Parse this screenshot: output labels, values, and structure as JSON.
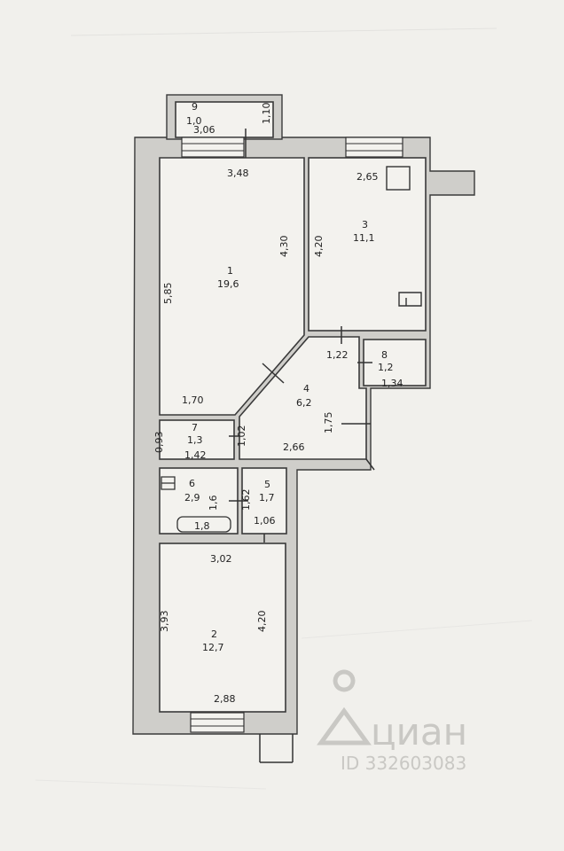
{
  "rooms": [
    {
      "number": "1",
      "area": "19,6"
    },
    {
      "number": "2",
      "area": "12,7"
    },
    {
      "number": "3",
      "area": "11,1"
    },
    {
      "number": "4",
      "area": "6,2"
    },
    {
      "number": "5",
      "area": "1,7"
    },
    {
      "number": "6",
      "area": "2,9"
    },
    {
      "number": "7",
      "area": "1,3"
    },
    {
      "number": "8",
      "area": "1,2"
    },
    {
      "number": "9",
      "area": "1,0"
    }
  ],
  "dimensions": {
    "balcony_width": "3,06",
    "balcony_depth": "1,10",
    "room1_top": "3,48",
    "room1_left": "5,85",
    "room1_right": "4,30",
    "room1_bottom": "1,70",
    "room3_top": "2,65",
    "room3_left": "4,20",
    "door_1_22": "1,22",
    "room8_width": "1,34",
    "hall_side": "1,75",
    "hall_bottom": "2,66",
    "room7_height": "0,93",
    "room7_width": "1,42",
    "room7_right": "1,02",
    "room6_height": "1,6",
    "bathtub": "1,8",
    "room5_side": "1,62",
    "room5_width": "1,06",
    "room2_top": "3,02",
    "room2_left": "3,93",
    "room2_right": "4,20",
    "room2_bottom": "2,88"
  },
  "watermark": {
    "brand": "циан",
    "id_text": "ID 332603083"
  }
}
